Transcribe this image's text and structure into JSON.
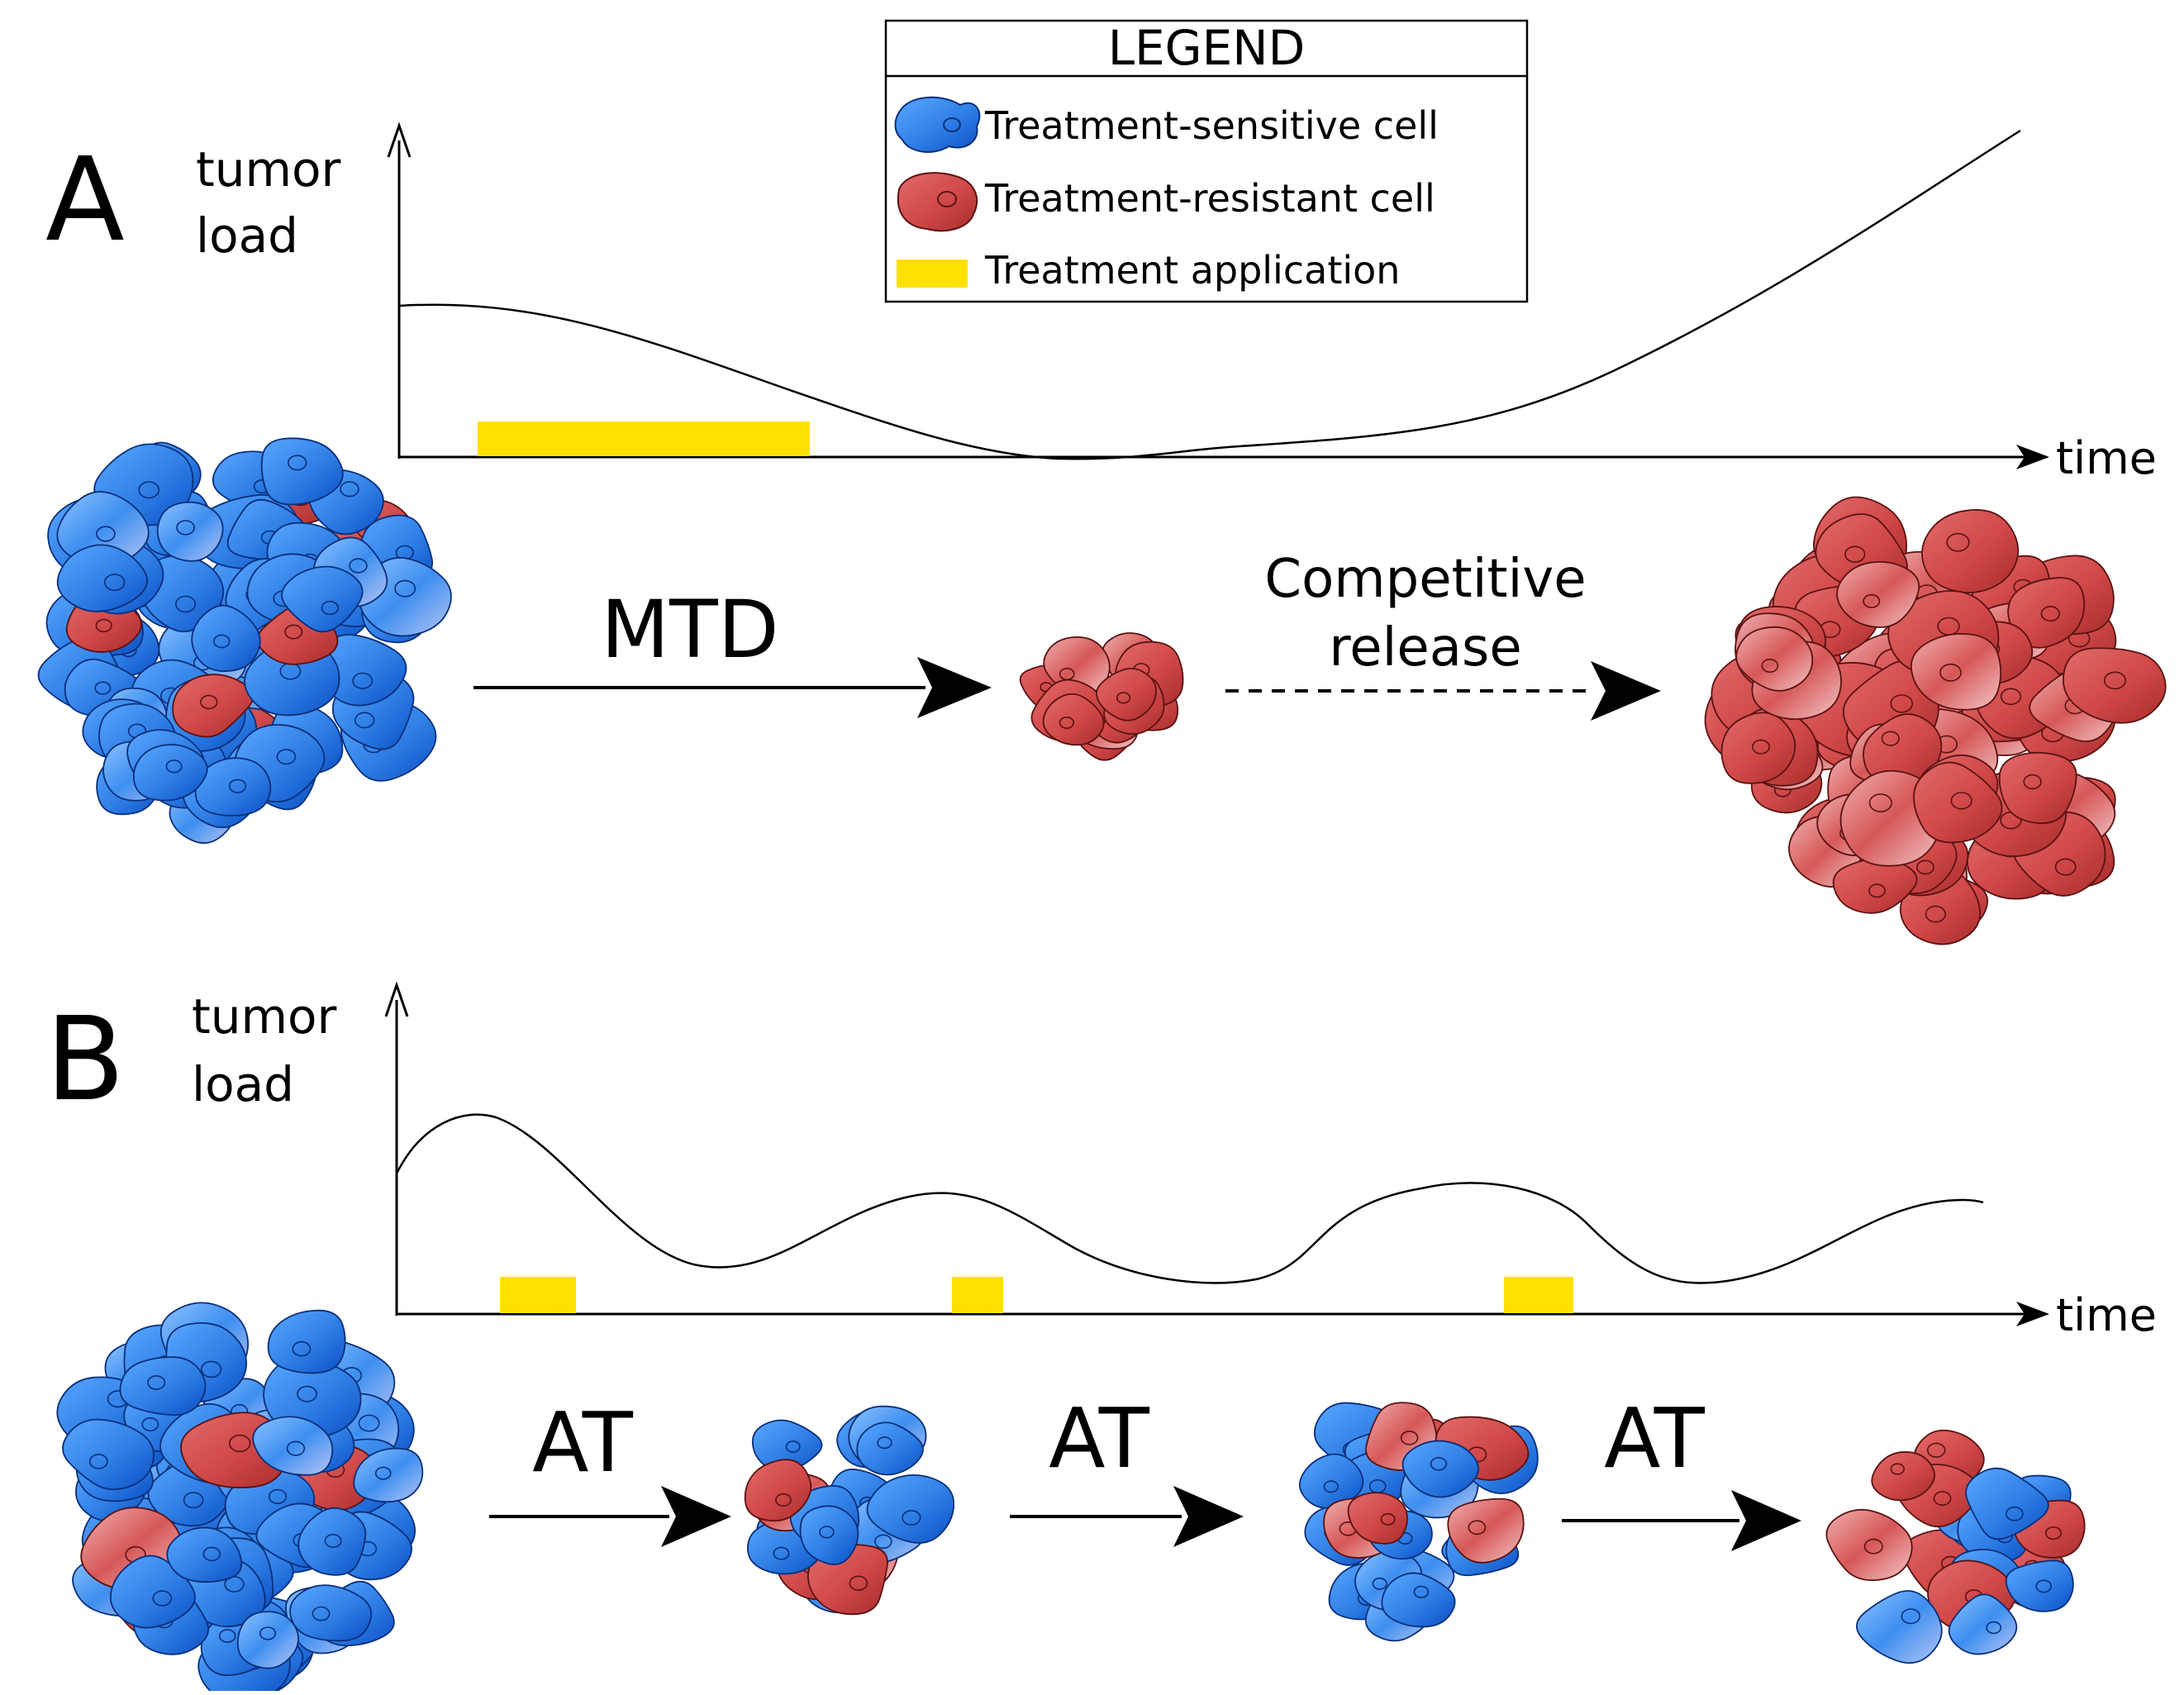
{
  "legend": {
    "title": "LEGEND",
    "items": [
      {
        "label": "Treatment-sensitive cell",
        "icon": "blue-cell-icon"
      },
      {
        "label": "Treatment-resistant cell",
        "icon": "red-cell-icon"
      },
      {
        "label": "Treatment application",
        "icon": "yellow-bar-icon"
      }
    ]
  },
  "colors": {
    "sensitive": "#2f7fe6",
    "sensitive_dark": "#0b4fc4",
    "resistant": "#d04848",
    "resistant_dark": "#a82c2c",
    "treatment": "#ffe000"
  },
  "panel_a": {
    "letter": "A",
    "y_label_line1": "tumor",
    "y_label_line2": "load",
    "x_label": "time",
    "arrow1_label": "MTD",
    "arrow2_label_line1": "Competitive",
    "arrow2_label_line2": "release"
  },
  "panel_b": {
    "letter": "B",
    "y_label_line1": "tumor",
    "y_label_line2": "load",
    "x_label": "time",
    "arrow_labels": [
      "AT",
      "AT",
      "AT"
    ]
  }
}
